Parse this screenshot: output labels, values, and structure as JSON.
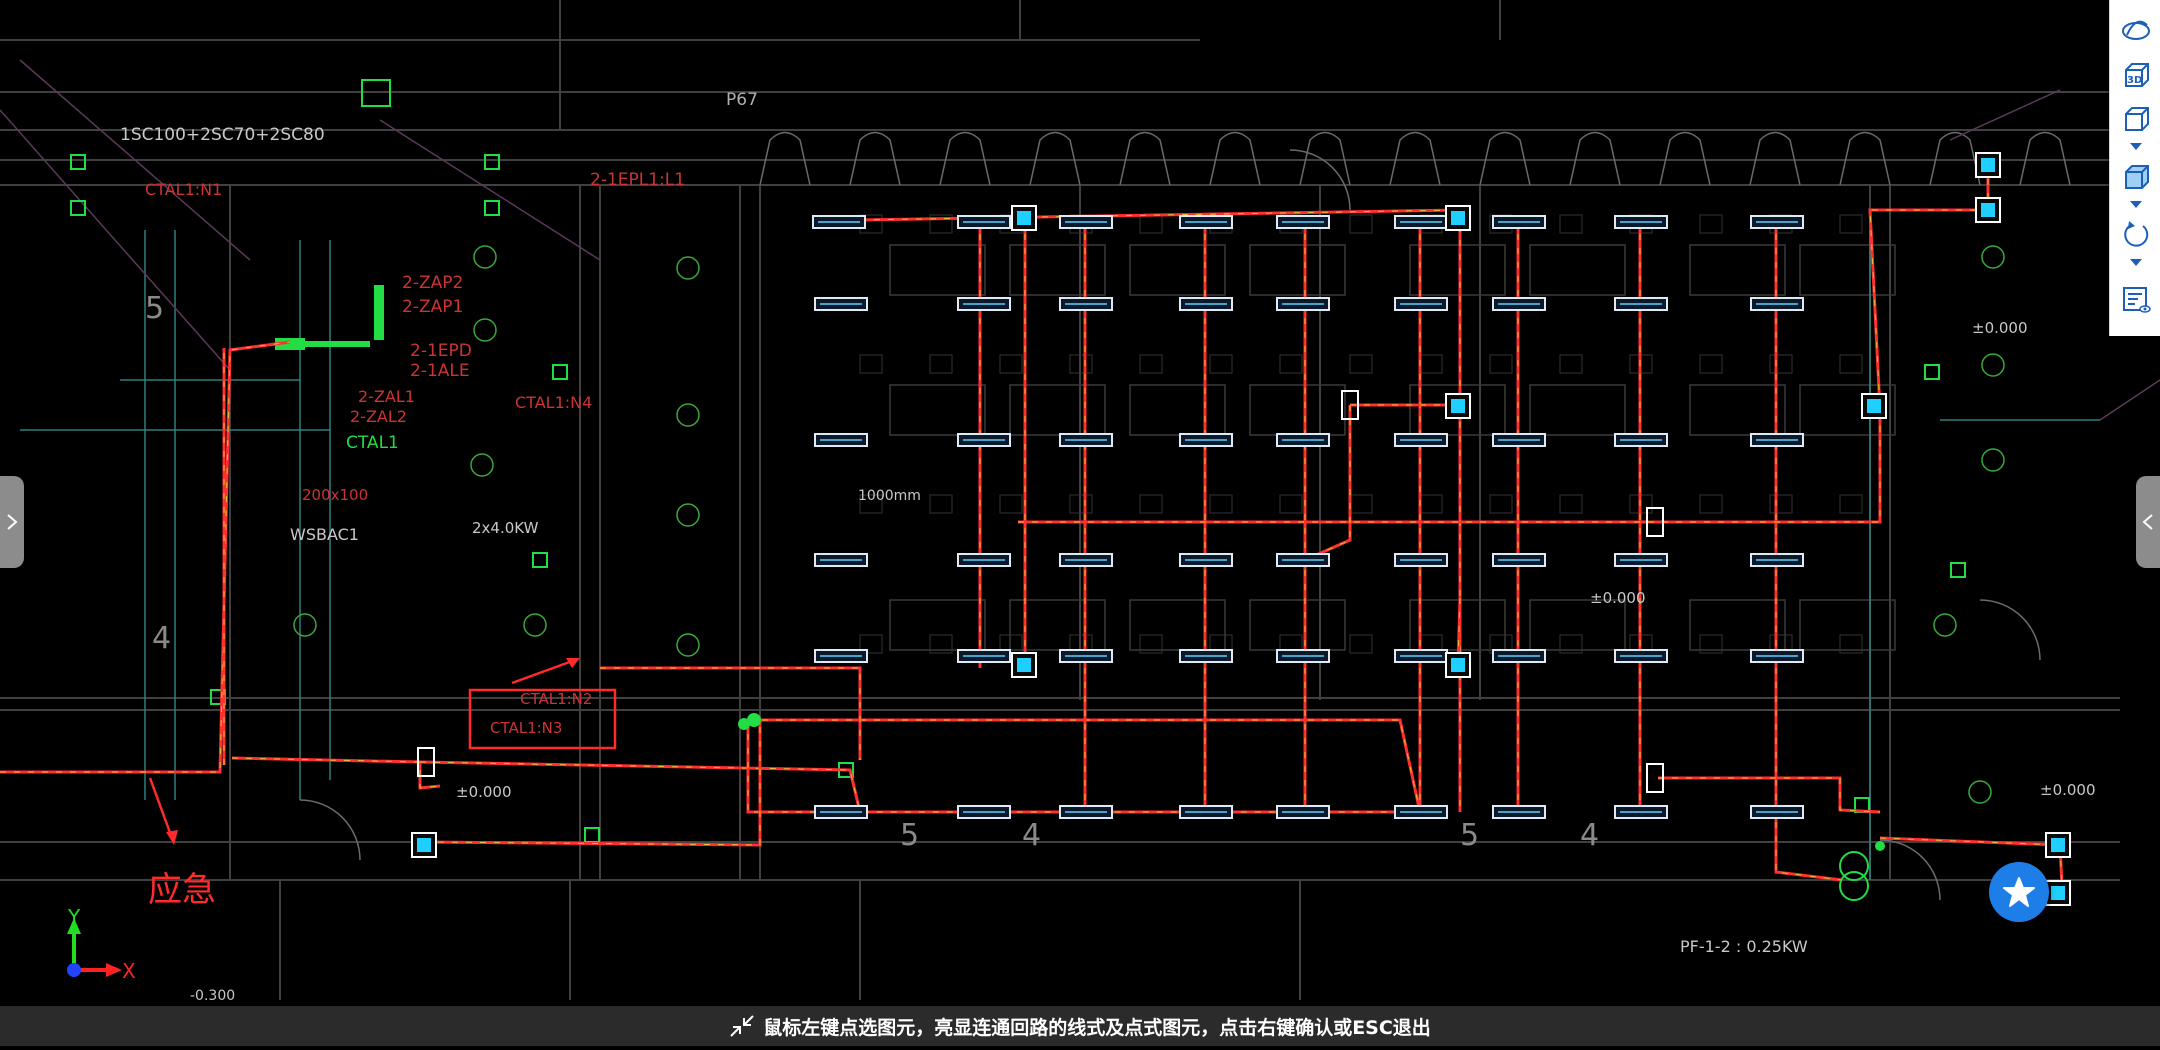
{
  "status_bar": {
    "hint": "鼠标左键点选图元，亮显连通回路的线式及点式图元，点击右键确认或ESC退出"
  },
  "annotation": {
    "label": "应急",
    "color": "#ff2b2b"
  },
  "toolbar": {
    "items": [
      {
        "icon": "orbit-icon"
      },
      {
        "icon": "view-3d-icon",
        "label": "3D"
      },
      {
        "icon": "box-outline-icon"
      },
      {
        "icon": "box-solid-icon"
      },
      {
        "icon": "rotate-icon"
      },
      {
        "icon": "properties-icon"
      }
    ]
  },
  "axis_indicator": {
    "x": "X",
    "y": "Y"
  },
  "drawing": {
    "room_numbers": [
      "5",
      "4",
      "5",
      "4",
      "5",
      "4"
    ],
    "labels": [
      "1SC100+2SC70+2SC80",
      "CTAL1:N1",
      "2-1EPL1:L1",
      "2-ZAP2",
      "2-ZAP1",
      "2-1EPD",
      "2-1ALE",
      "2-ZAL1",
      "2-ZAL2",
      "CTAL1",
      "CTAL1:N4",
      "WSBAC1",
      "CTAL1:N2",
      "CTAL1:N3",
      "P67",
      "±0.000",
      "±0.000",
      "±0.000",
      "±0.000",
      "PF-1-2 : 0.25KW",
      "-0.300",
      "1000mm",
      "2x4.0KW",
      "200x100"
    ],
    "colors": {
      "circuit": "#ff3030",
      "wire_yellow": "#e8c030",
      "highlight_cyan": "#1ecfff",
      "fixture": "#dfe8f5",
      "green_symbol": "#22dd44"
    }
  }
}
